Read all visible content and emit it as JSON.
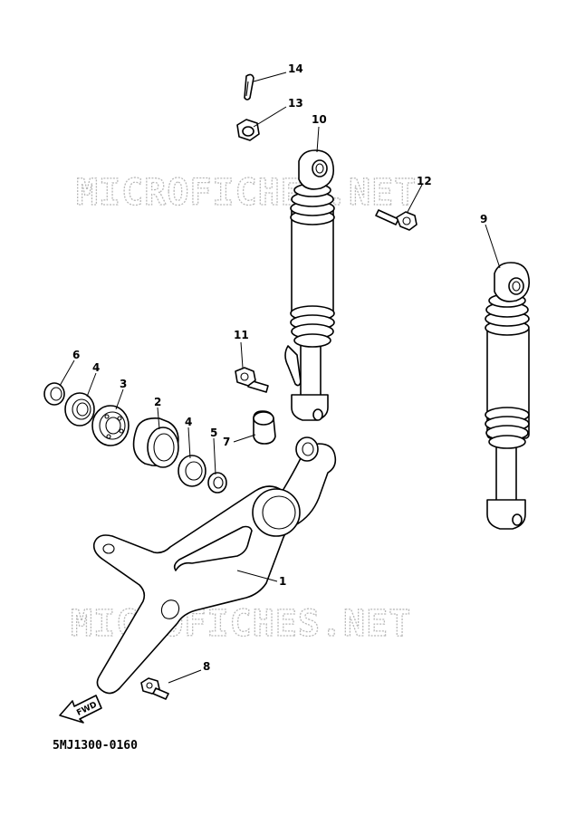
{
  "watermarks": [
    "MICROFICHES.NET",
    "MICROFICHES.NET"
  ],
  "diagram_code": "5MJ1300-0160",
  "fwd_label": "FWD",
  "callouts": {
    "c1": "1",
    "c2": "2",
    "c3": "3",
    "c4a": "4",
    "c4b": "4",
    "c5": "5",
    "c6": "6",
    "c7": "7",
    "c8": "8",
    "c9": "9",
    "c10": "10",
    "c11": "11",
    "c12": "12",
    "c13": "13",
    "c14": "14"
  }
}
